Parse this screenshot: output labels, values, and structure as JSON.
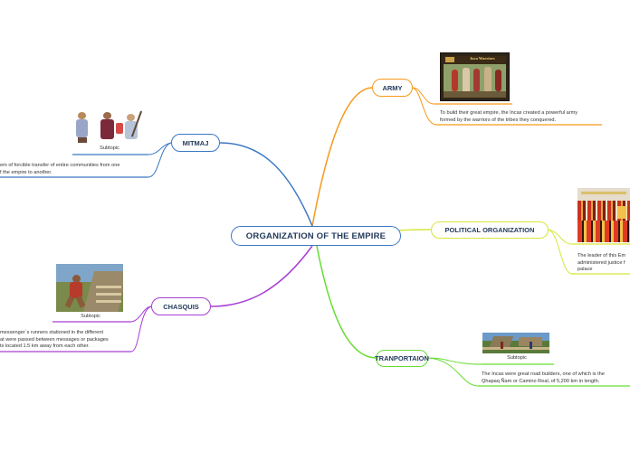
{
  "central": {
    "label": "ORGANIZATION OF THE EMPIRE",
    "color": "#3b78c4"
  },
  "topics": {
    "army": {
      "label": "ARMY",
      "color": "#f59a1b",
      "image_title": "Inca Warriors",
      "description": [
        "To build their great empire, the Incas created a powerful army",
        "formed by the warriors of the tribes they conquered."
      ]
    },
    "political": {
      "label": "POLITICAL ORGANIZATION",
      "color": "#d7e63a",
      "description": [
        "The leader of this Em",
        "administered justice f",
        "palace"
      ]
    },
    "transport": {
      "label": "TRANPORTAION",
      "color": "#66dd33",
      "subtopic": "Subtopic",
      "description": [
        "The Incas were great road builders, one of which is the",
        "Qhapaq Ñam or Camino Real, of 5,200 km in length."
      ]
    },
    "mitmaj": {
      "label": "MITMAJ",
      "color": "#3b78c4",
      "subtopic": "Subtopic",
      "description": [
        "em of forcible transfer of entire communities from one",
        "f the empire to another."
      ]
    },
    "chasquis": {
      "label": "CHASQUIS",
      "color": "#a63ed3",
      "subtopic": "Subtopic",
      "description": [
        "messenger´s runners stationed in the different",
        "at were passed between messages or packages",
        "ts located 1.5 km away from each other."
      ]
    }
  }
}
